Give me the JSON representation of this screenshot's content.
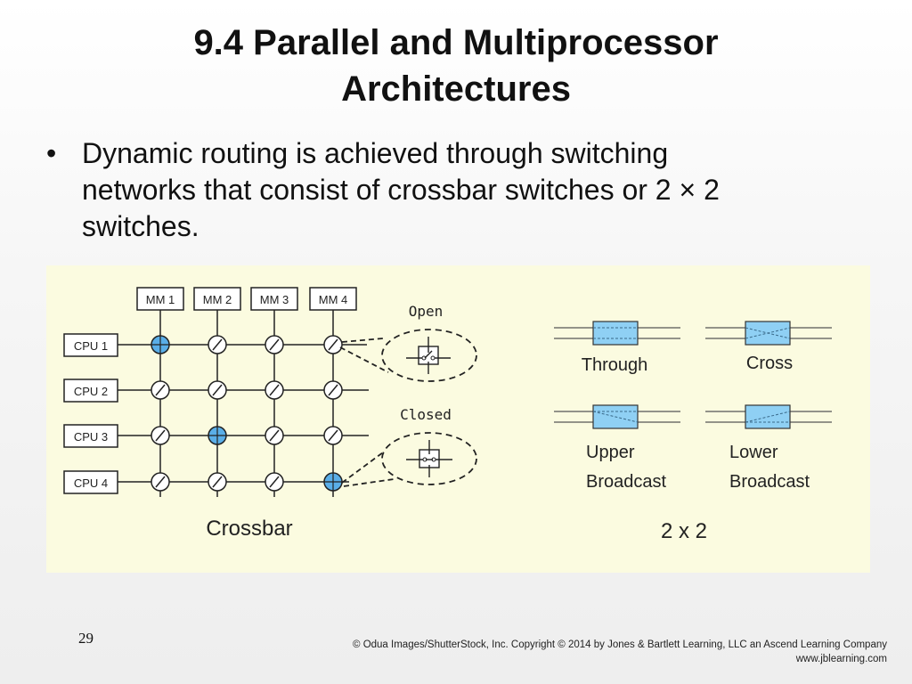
{
  "slide": {
    "title_line1": "9.4 Parallel and Multiprocessor",
    "title_line2": "Architectures",
    "bullet": {
      "marker": "•",
      "text_line1": "Dynamic routing is achieved through switching",
      "text_line2": "networks that consist of crossbar switches or 2 × 2",
      "text_line3": "switches."
    },
    "page_number": "29",
    "copyright_line1": "© Odua Images/ShutterStock, Inc. Copyright © 2014 by Jones & Bartlett Learning, LLC an Ascend Learning Company",
    "copyright_line2": "www.jblearning.com"
  },
  "figure": {
    "memory_modules": [
      "MM 1",
      "MM 2",
      "MM 3",
      "MM 4"
    ],
    "cpus": [
      "CPU 1",
      "CPU 2",
      "CPU 3",
      "CPU 4"
    ],
    "open_label": "Open",
    "closed_label": "Closed",
    "crossbar_caption": "Crossbar",
    "switch_states": [
      {
        "label": "Through",
        "label2": ""
      },
      {
        "label": "Cross",
        "label2": ""
      },
      {
        "label": "Upper",
        "label2": "Broadcast"
      },
      {
        "label": "Lower",
        "label2": "Broadcast"
      }
    ],
    "twobytwo_caption": "2 x 2",
    "colors": {
      "background": "#fbfbe0",
      "closed_switch_fill": "#5aaee8",
      "switch_box_fill": "#8fd0f4",
      "line": "#222222"
    }
  }
}
